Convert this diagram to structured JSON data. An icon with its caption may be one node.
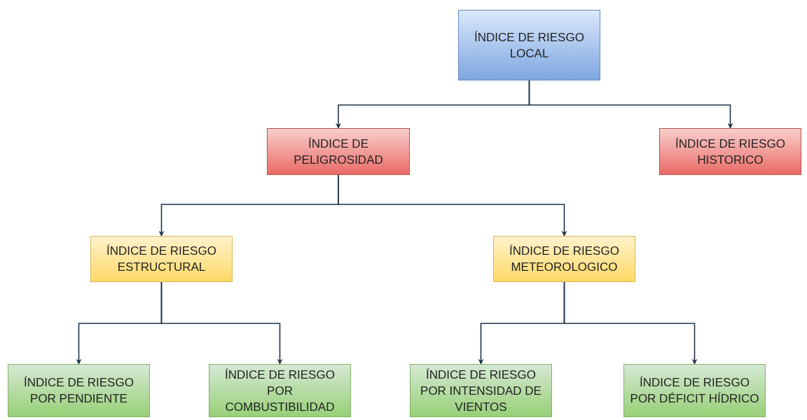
{
  "diagram": {
    "nodes": [
      {
        "text": [
          "ÍNDICE DE RIESGO LOCAL"
        ]
      },
      {
        "text": [
          "ÍNDICE DE PELIGROSIDAD"
        ]
      },
      {
        "text": [
          "ÍNDICE DE RIESGO HISTORICO"
        ]
      },
      {
        "text": [
          "ÍNDICE DE RIESGO ESTRUCTURAL"
        ]
      },
      {
        "text": [
          "ÍNDICE DE RIESGO METEOROLOGICO"
        ]
      },
      {
        "text": [
          "ÍNDICE DE RIESGO POR PENDIENTE"
        ]
      },
      {
        "text": [
          "ÍNDICE DE RIESGO POR COMBUSTIBILIDAD"
        ]
      },
      {
        "text": [
          "ÍNDICE DE RIESGO POR INTENSIDAD DE VIENTOS"
        ]
      },
      {
        "text": [
          "ÍNDICE DE RIESGO POR DÉFICIT HÍDRICO"
        ]
      }
    ],
    "edges": [
      {
        "from": 0,
        "to": 1,
        "arrow": "to"
      },
      {
        "from": 0,
        "to": 2,
        "arrow": "to"
      },
      {
        "from": 1,
        "to": 3,
        "arrow": "to"
      },
      {
        "from": 1,
        "to": 4,
        "arrow": "to"
      },
      {
        "from": 3,
        "to": 5,
        "arrow": "to"
      },
      {
        "from": 3,
        "to": 6,
        "arrow": "to"
      },
      {
        "from": 4,
        "to": 7,
        "arrow": "to"
      },
      {
        "from": 4,
        "to": 8,
        "arrow": "to"
      }
    ]
  }
}
